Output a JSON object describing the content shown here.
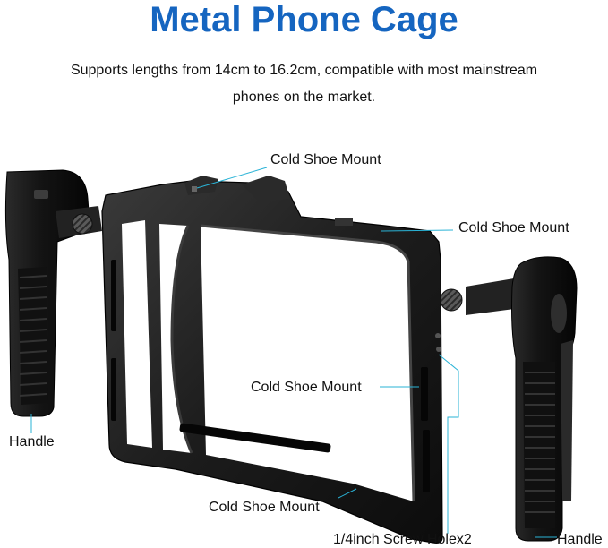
{
  "title": "Metal Phone Cage",
  "subtitle": {
    "line1": "Supports lengths from 14cm to 16.2cm, compatible with most mainstream",
    "line2": "phones on the market."
  },
  "callouts": {
    "cold_shoe_top": "Cold Shoe Mount",
    "cold_shoe_right": "Cold Shoe Mount",
    "cold_shoe_middle": "Cold Shoe Mount",
    "cold_shoe_bottom": "Cold Shoe Mount",
    "screw_hole": "1/4inch Screw Holex2",
    "handle_left": "Handle",
    "handle_right": "Handle"
  },
  "colors": {
    "title": "#1565c0",
    "leader_line": "#2ab3d6",
    "metal": "#1c1c1c"
  }
}
